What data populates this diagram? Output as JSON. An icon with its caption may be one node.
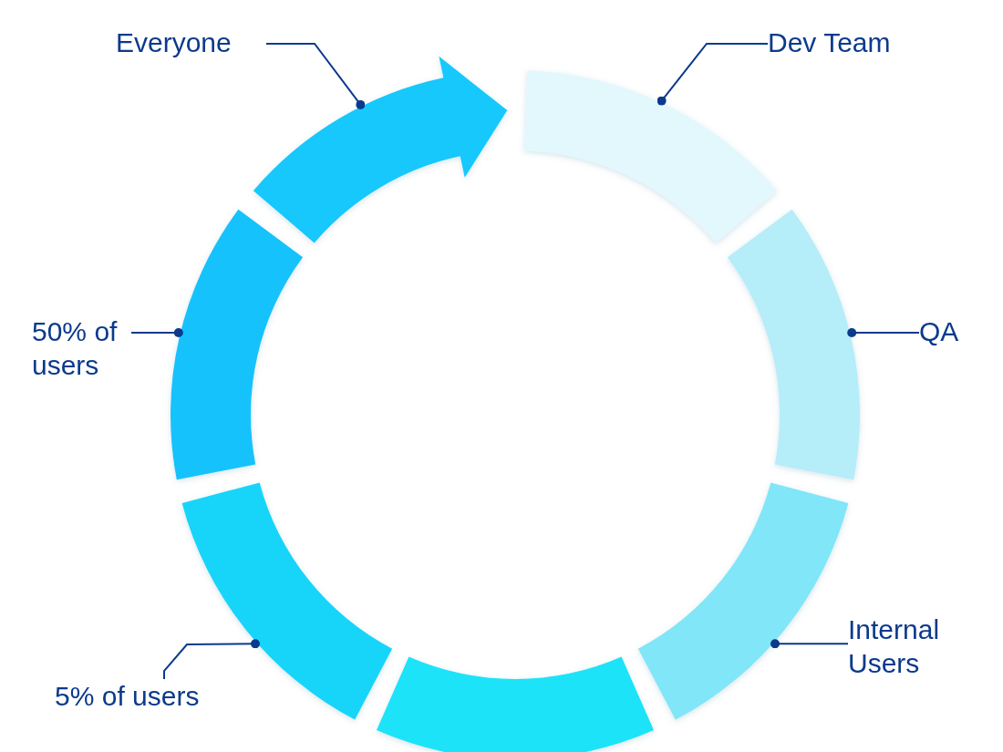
{
  "diagram": {
    "nodes": [
      {
        "text": [
          "Everyone"
        ]
      },
      {
        "text": [
          "Dev Team"
        ]
      },
      {
        "text": [
          "50% of users"
        ]
      },
      {
        "text": [
          "QA"
        ]
      },
      {
        "text": [
          "Internal Users"
        ]
      },
      {
        "text": [
          "5% of users"
        ]
      },
      {
        "text": [],
        "shape": "arc"
      },
      {
        "text": [],
        "shape": "arc"
      },
      {
        "text": [],
        "shape": "arc"
      },
      {
        "text": [],
        "shape": "arc"
      },
      {
        "text": [],
        "shape": "arc"
      },
      {
        "text": [],
        "shape": "arc"
      },
      {
        "text": [],
        "shape": "arc"
      }
    ],
    "edges": [
      {
        "from": 0,
        "to": 8,
        "arrow": "other"
      },
      {
        "from": 1,
        "to": 10,
        "arrow": "other"
      },
      {
        "from": 2,
        "to": 6,
        "arrow": "other"
      },
      {
        "from": 3,
        "to": 12,
        "arrow": "other"
      },
      {
        "from": 4,
        "to": 11,
        "arrow": "other"
      },
      {
        "from": 5,
        "to": 7,
        "arrow": "other"
      }
    ]
  }
}
